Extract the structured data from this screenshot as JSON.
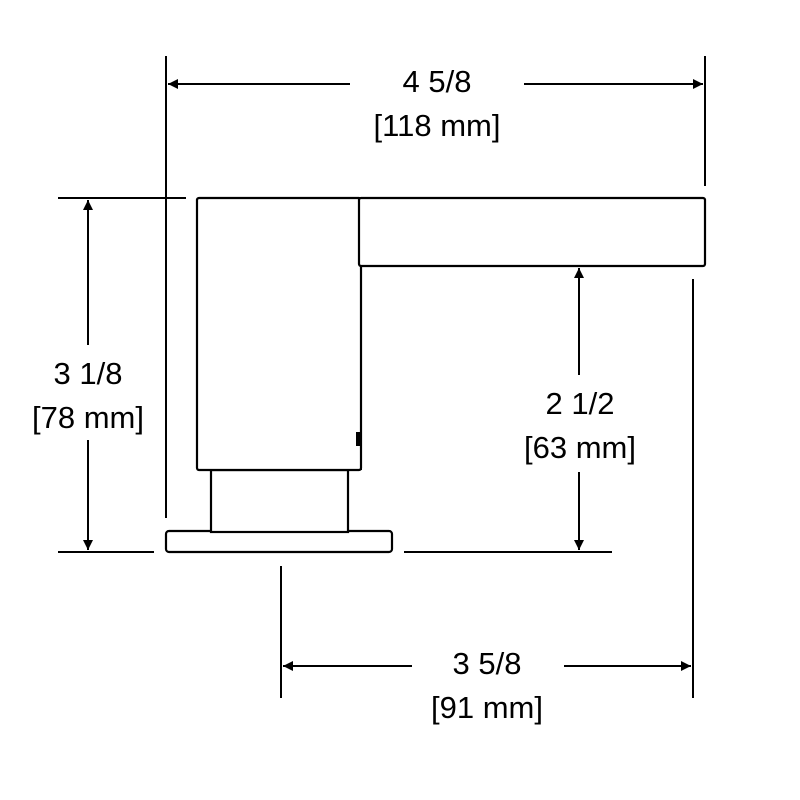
{
  "dimensions": {
    "overall_width": {
      "imperial": "4 5/8",
      "metric": "[118 mm]"
    },
    "overall_height": {
      "imperial": "3 1/8",
      "metric": "[78 mm]"
    },
    "spout_clearance": {
      "imperial": "2 1/2",
      "metric": "[63 mm]"
    },
    "spout_reach": {
      "imperial": "3 5/8",
      "metric": "[91 mm]"
    }
  },
  "colors": {
    "line": "#000000",
    "background": "#ffffff"
  }
}
